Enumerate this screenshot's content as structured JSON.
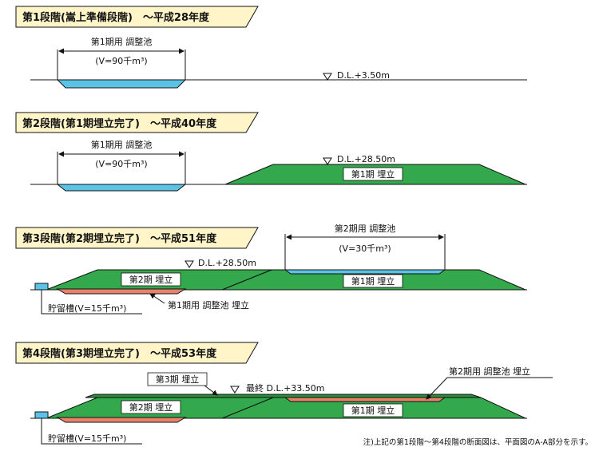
{
  "stages": [
    {
      "title": "第1段階(嵩上準備段階)　～平成28年度",
      "pond": {
        "name": "第1期用 調整池",
        "volume": "(V=90千m³)"
      },
      "level": "D.L.+3.50m"
    },
    {
      "title": "第2段階(第1期埋立完了)　～平成40年度",
      "pond": {
        "name": "第1期用 調整池",
        "volume": "(V=90千m³)"
      },
      "level": "D.L.+28.50m",
      "fill1": "第1期 埋立"
    },
    {
      "title": "第3段階(第2期埋立完了)　～平成51年度",
      "pond": {
        "name": "第2期用 調整池",
        "volume": "(V=30千m³)"
      },
      "level": "D.L.+28.50m",
      "fill1": "第1期 埋立",
      "fill2": "第2期 埋立",
      "buried_pond": "第1期用 調整池 埋立",
      "tank": "貯留槽(V=15千m³)"
    },
    {
      "title": "第4段階(第3期埋立完了)　～平成53年度",
      "level": "最終 D.L.+33.50m",
      "fill1": "第1期 埋立",
      "fill2": "第2期 埋立",
      "fill3": "第3期 埋立",
      "buried_pond": "第2期用 調整池 埋立",
      "tank": "貯留槽(V=15千m³)"
    }
  ],
  "note": "注)上記の第1段階～第4段階の断面図は、平面図のA-A部分を示す。",
  "colors": {
    "header_bg": "#fff5c8",
    "water": "#5bc4e6",
    "fill": "#34a84c",
    "fill_cap": "#2a8c3e",
    "buried": "#e8826a",
    "label_bg": "#ffffff"
  }
}
